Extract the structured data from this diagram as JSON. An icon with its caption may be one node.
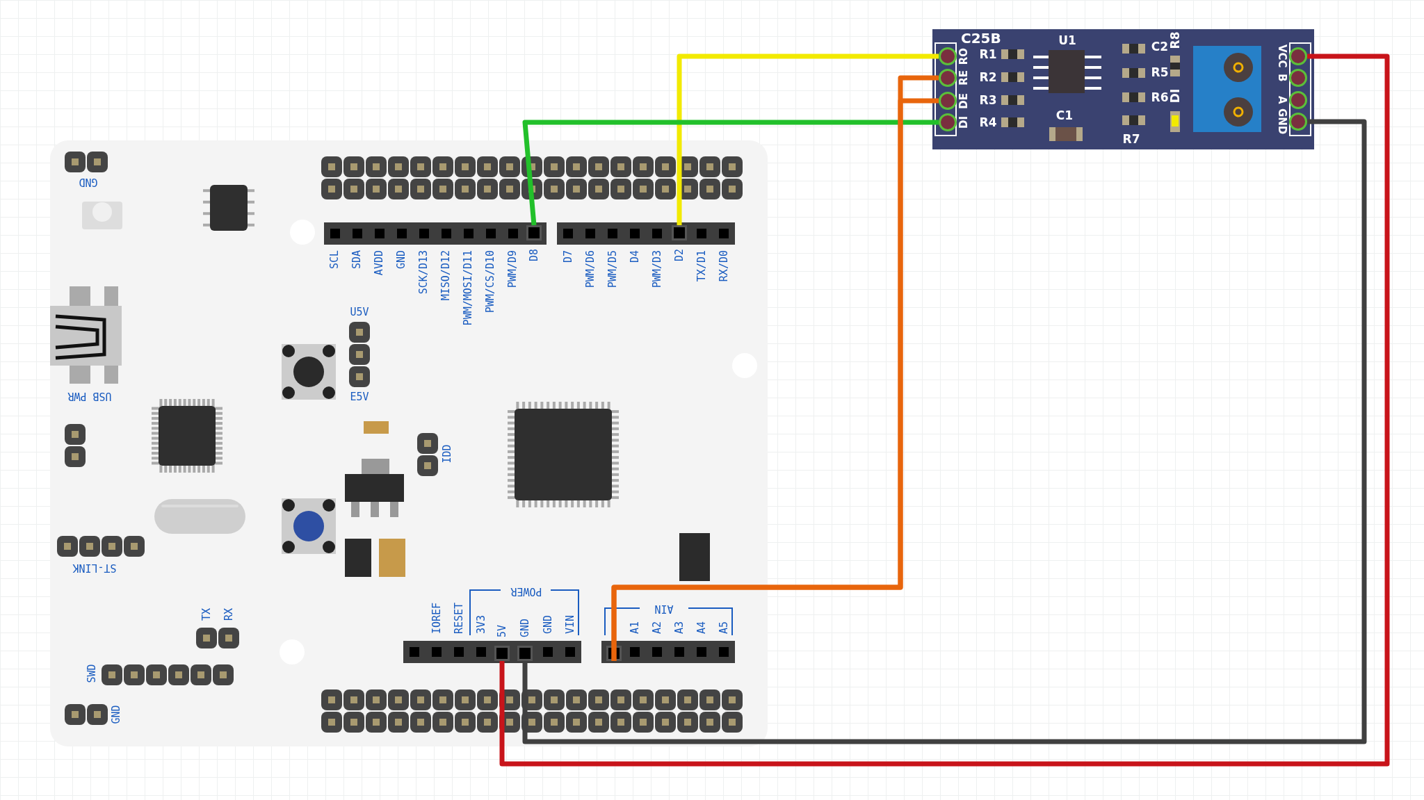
{
  "diagram": {
    "nodes": [
      {
        "text": [],
        "shape": "picture"
      },
      {
        "text": [
          "D8"
        ],
        "in": 0
      },
      {
        "text": [
          "D2"
        ],
        "in": 0
      },
      {
        "text": [
          "5V"
        ],
        "in": 0
      },
      {
        "text": [
          "GND"
        ],
        "in": 0
      },
      {
        "text": [],
        "shape": "box",
        "in": 0
      },
      {
        "text": [
          "C25B"
        ]
      },
      {
        "text": [
          "RO"
        ],
        "in": 6
      },
      {
        "text": [
          "RE"
        ],
        "in": 6
      },
      {
        "text": [
          "DE"
        ],
        "in": 6
      },
      {
        "text": [
          "DI"
        ],
        "in": 6
      },
      {
        "text": [
          "VCC"
        ],
        "in": 6
      },
      {
        "text": [
          "B"
        ],
        "in": 6
      },
      {
        "text": [
          "A"
        ],
        "in": 6
      },
      {
        "text": [
          "GND"
        ],
        "in": 6
      }
    ],
    "edges": [
      {
        "from": 2,
        "to": 7,
        "arrow": "none",
        "color": "#f2ea00"
      },
      {
        "from": 1,
        "to": 10,
        "arrow": "none",
        "color": "#22c02a"
      },
      {
        "from": 5,
        "to": 8,
        "arrow": "none",
        "color": "#e8650c"
      },
      {
        "from": 5,
        "to": 9,
        "arrow": "none",
        "color": "#e8650c"
      },
      {
        "from": 3,
        "to": 11,
        "arrow": "none",
        "color": "#c8141a"
      },
      {
        "from": 4,
        "to": 14,
        "arrow": "none",
        "color": "#404040"
      }
    ],
    "labels": [
      "R1",
      "R2",
      "R3",
      "R4",
      "U1",
      "C1",
      "C2",
      "R5",
      "R6",
      "R7",
      "R8",
      "DI",
      "GND",
      "USB PWR",
      "SCL",
      "SDA",
      "AVDD",
      "GND",
      "SCK/D13",
      "MISO/D12",
      "PWM/MOSI/D11",
      "PWM/CS/D10",
      "PWM/D9",
      "D7",
      "PWM/D6",
      "PWM/D5",
      "D4",
      "PWM/D3",
      "TX/D1",
      "RX/D0",
      "U5V",
      "E5V",
      "IDD",
      "ST-LINK",
      "POWER",
      "AIN",
      "IOREF",
      "RESET",
      "3V3",
      "GND",
      "VIN",
      "A1",
      "A2",
      "A3",
      "A4",
      "A5",
      "TX",
      "RX",
      "SWD",
      "GND"
    ]
  }
}
